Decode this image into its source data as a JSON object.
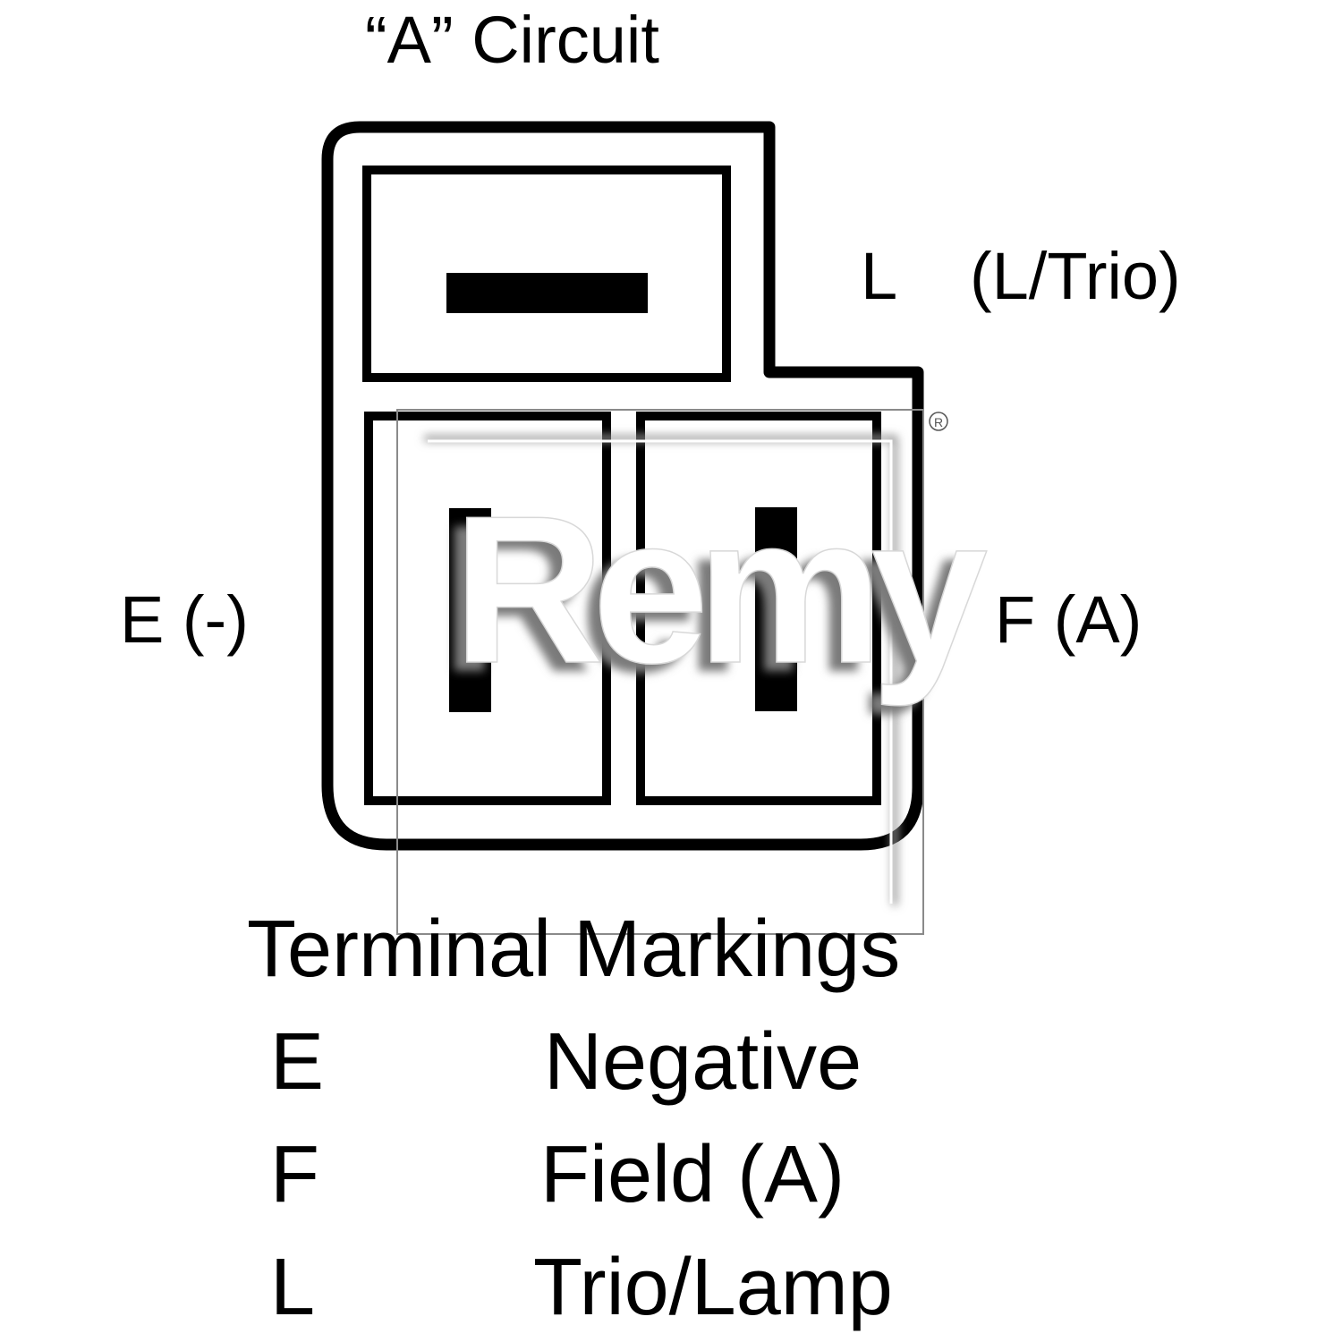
{
  "title": "“A”  Circuit",
  "labels": {
    "l_terminal": "L",
    "l_terminal_desc": "(L/Trio)",
    "e_terminal": "E (-)",
    "f_terminal": "F (A)"
  },
  "legend": {
    "heading": "Terminal Markings",
    "rows": [
      {
        "code": "E",
        "meaning": "Negative"
      },
      {
        "code": "F",
        "meaning": "Field (A)"
      },
      {
        "code": "L",
        "meaning": "Trio/Lamp"
      }
    ]
  },
  "watermark": {
    "brand": "Remy",
    "registered_mark": "®"
  },
  "colors": {
    "ink": "#000000",
    "background": "#ffffff",
    "watermark_fill": "#ffffff",
    "watermark_shadow": "#7a7a7a"
  }
}
